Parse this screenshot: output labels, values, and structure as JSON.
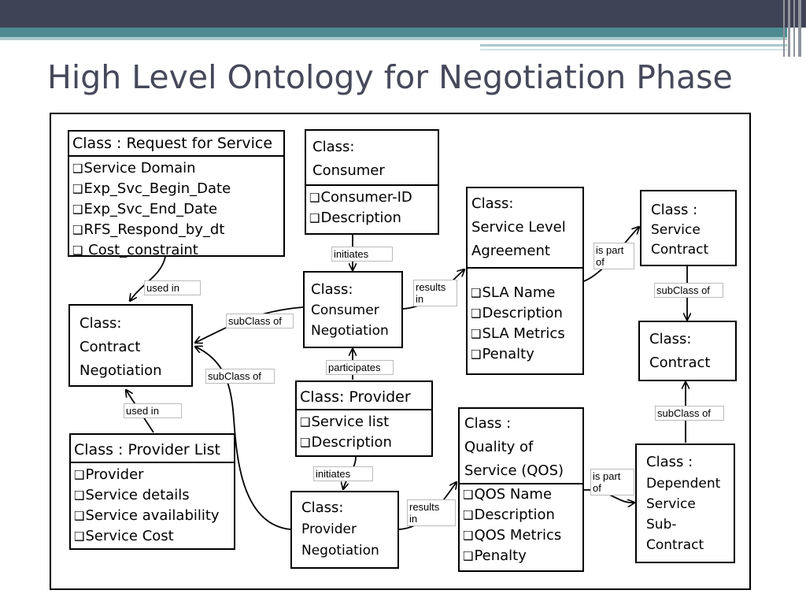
{
  "slide": {
    "title": "High Level Ontology for Negotiation Phase"
  },
  "classes": {
    "rfs": {
      "header": "Class : Request for Service",
      "attributes": [
        "Service Domain",
        "Exp_Svc_Begin_Date",
        "Exp_Svc_End_Date",
        "RFS_Respond_by_dt",
        " Cost_constraint"
      ]
    },
    "consumer": {
      "header_lines": [
        "Class:",
        "Consumer"
      ],
      "attributes": [
        "Consumer-ID",
        "Description"
      ]
    },
    "sla": {
      "header_lines": [
        "Class:",
        "Service Level",
        "Agreement"
      ],
      "attributes": [
        "SLA Name",
        "Description",
        "SLA Metrics",
        "Penalty"
      ]
    },
    "service_contract": {
      "header_lines": [
        "Class :",
        "Service",
        "Contract"
      ]
    },
    "consumer_negotiation": {
      "header_lines": [
        "Class:",
        "Consumer",
        "Negotiation"
      ]
    },
    "contract_negotiation": {
      "header_lines": [
        "Class:",
        "Contract",
        "Negotiation"
      ]
    },
    "contract": {
      "header_lines": [
        "Class:",
        "Contract"
      ]
    },
    "provider": {
      "header": "Class:  Provider",
      "attributes": [
        "Service list",
        "Description"
      ]
    },
    "provider_list": {
      "header": "Class : Provider List",
      "attributes": [
        "Provider",
        "Service details",
        "Service availability",
        "Service Cost"
      ]
    },
    "qos": {
      "header_lines": [
        "Class :",
        "Quality of",
        "Service (QOS)"
      ],
      "attributes": [
        "QOS Name",
        "Description",
        "QOS Metrics",
        "Penalty"
      ]
    },
    "provider_negotiation": {
      "header_lines": [
        "Class:",
        "Provider",
        "Negotiation"
      ]
    },
    "dependent_contract": {
      "header_lines": [
        "Class :",
        "Dependent",
        "Service",
        "Sub-",
        "Contract"
      ]
    }
  },
  "relations": {
    "used_in_rfs": "used in",
    "initiates_consumer": "initiates",
    "results_in_sla_lines": [
      "results",
      "in"
    ],
    "is_part_of_sla_lines": [
      "is part",
      "of"
    ],
    "subclass_service_contract": "subClass of",
    "subclass_consumer_neg": "subClass of",
    "subclass_provider_neg": "subClass of",
    "participates": "participates",
    "used_in_provider_list": "used in",
    "initiates_provider": "initiates",
    "subclass_dependent": "subClass of",
    "is_part_of_qos_lines": [
      "is part",
      "of"
    ],
    "results_in_qos_lines": [
      "results",
      "in"
    ]
  }
}
